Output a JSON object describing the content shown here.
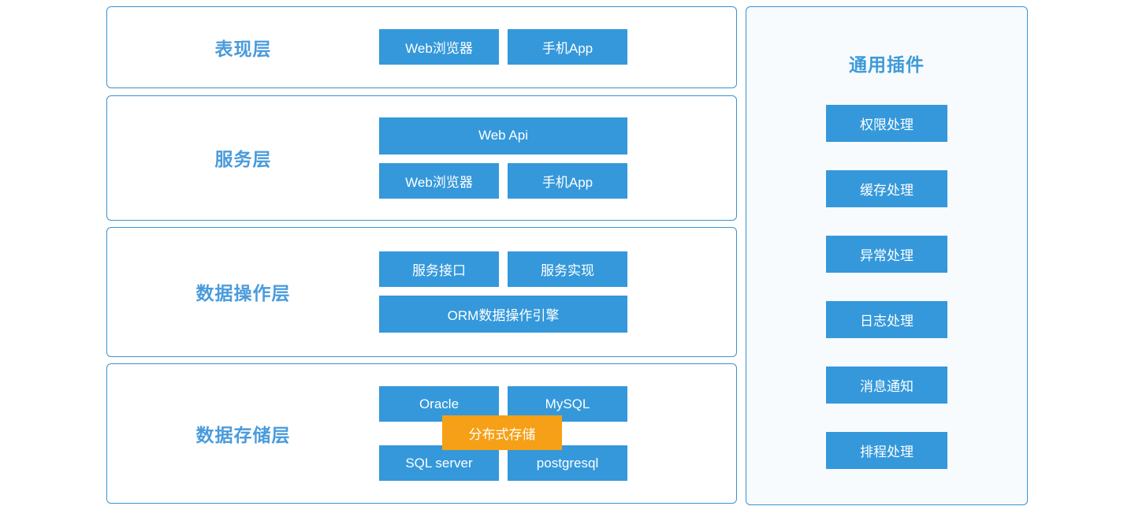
{
  "colors": {
    "blue_box": "#3498db",
    "orange_box": "#f5a016",
    "panel_border": "#3d92d0",
    "label_text": "#4a9bdb",
    "plugin_panel_bg": "#f7fbfe",
    "box_text": "#ffffff"
  },
  "architecture": {
    "layers": [
      {
        "label": "表现层",
        "rows": [
          {
            "boxes": [
              {
                "label": "Web浏览器",
                "span": "half"
              },
              {
                "label": "手机App",
                "span": "half"
              }
            ]
          }
        ]
      },
      {
        "label": "服务层",
        "rows": [
          {
            "boxes": [
              {
                "label": "Web Api",
                "span": "full"
              }
            ]
          },
          {
            "boxes": [
              {
                "label": "Web浏览器",
                "span": "half"
              },
              {
                "label": "手机App",
                "span": "half"
              }
            ]
          }
        ]
      },
      {
        "label": "数据操作层",
        "rows": [
          {
            "boxes": [
              {
                "label": "服务接口",
                "span": "half"
              },
              {
                "label": "服务实现",
                "span": "half"
              }
            ]
          },
          {
            "boxes": [
              {
                "label": "ORM数据操作引擎",
                "span": "full"
              }
            ]
          }
        ]
      },
      {
        "label": "数据存储层",
        "overlay_badge": "分布式存储",
        "rows": [
          {
            "boxes": [
              {
                "label": "Oracle",
                "span": "half"
              },
              {
                "label": "MySQL",
                "span": "half"
              }
            ]
          },
          {
            "boxes": [
              {
                "label": "SQL server",
                "span": "half"
              },
              {
                "label": "postgresql",
                "span": "half"
              }
            ]
          }
        ]
      }
    ]
  },
  "plugins": {
    "title": "通用插件",
    "items": [
      {
        "label": "权限处理"
      },
      {
        "label": "缓存处理"
      },
      {
        "label": "异常处理"
      },
      {
        "label": "日志处理"
      },
      {
        "label": "消息通知"
      },
      {
        "label": "排程处理"
      }
    ]
  }
}
